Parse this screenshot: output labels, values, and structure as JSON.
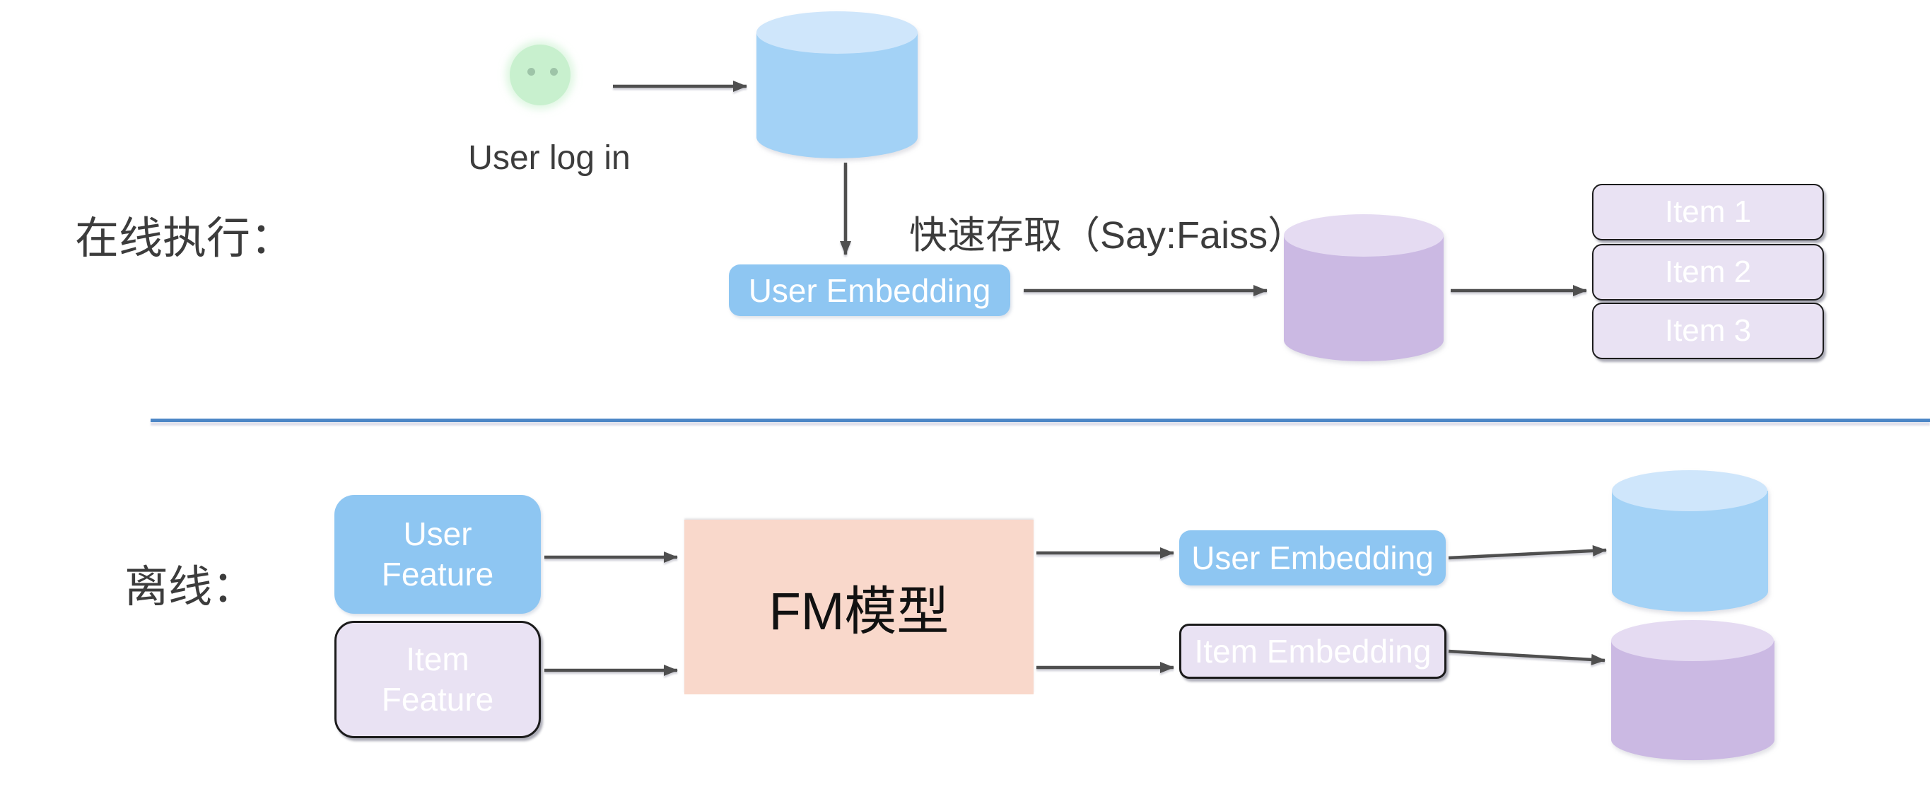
{
  "colors": {
    "blue-box": "#8ec6f2",
    "blue-cyl-body": "#a3d2f6",
    "blue-cyl-top": "#cfe6fb",
    "purple-cyl-body": "#cbb9e3",
    "purple-cyl-top": "#e5dbf2",
    "purple-box": "#e9e2f3",
    "purple-box-border": "#1b1b1b",
    "salmon-box": "#f9d8cb",
    "green-user": "#c8f0ce",
    "green-user-dot": "#9ec4a8",
    "divider": "#4c86c6",
    "arrow": "#4f4f4f",
    "text-dark": "#3c3c3c",
    "text-light": "#ffffff"
  },
  "online": {
    "section_label": "在线执行：",
    "user_login_label": "User log in",
    "fast_access_label": "快速存取（Say:Faiss）",
    "user_embedding_label": "User Embedding",
    "items": [
      {
        "label": "Item 1"
      },
      {
        "label": "Item 2"
      },
      {
        "label": "Item 3"
      }
    ]
  },
  "offline": {
    "section_label": "离线：",
    "user_feature_label": "User\nFeature",
    "item_feature_label": "Item\nFeature",
    "fm_model_label": "FM模型",
    "user_embedding_label": "User Embedding",
    "item_embedding_label": "Item Embedding"
  }
}
